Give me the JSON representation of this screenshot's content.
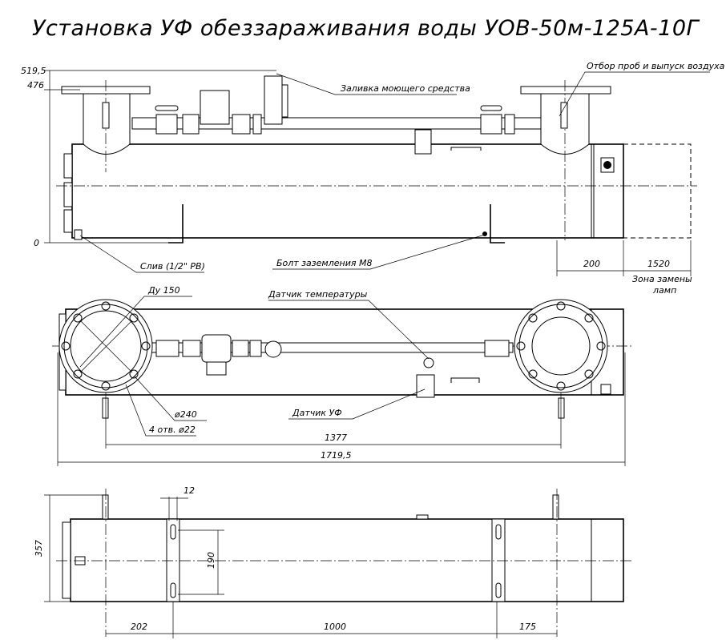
{
  "title": "Установка УФ обеззараживания воды УОВ-50м-125А-10Г",
  "front_view": {
    "height_labels": [
      "519,5",
      "476",
      "0"
    ],
    "callouts": {
      "detergent_fill": "Заливка моющего средства",
      "sampling": "Отбор проб и выпуск воздуха",
      "drain": "Слив (1/2\" РВ)",
      "ground_bolt": "Болт заземления М8"
    },
    "dims": {
      "service": "200",
      "lamp_zone": "1520"
    },
    "lamp_zone_label": [
      "Зона замены",
      "ламп"
    ]
  },
  "top_view": {
    "callouts": {
      "dn": "Ду 150",
      "temp_sensor": "Датчик температуры",
      "uv_sensor": "Датчик УФ",
      "pcd": "ø240",
      "holes": "4 отв. ø22"
    },
    "dims": {
      "flange_centers": "1377",
      "overall": "1719,5"
    }
  },
  "side_view": {
    "dims": {
      "height": "357",
      "width": "12",
      "spacing": "190",
      "left": "202",
      "middle": "1000",
      "right": "175"
    }
  }
}
